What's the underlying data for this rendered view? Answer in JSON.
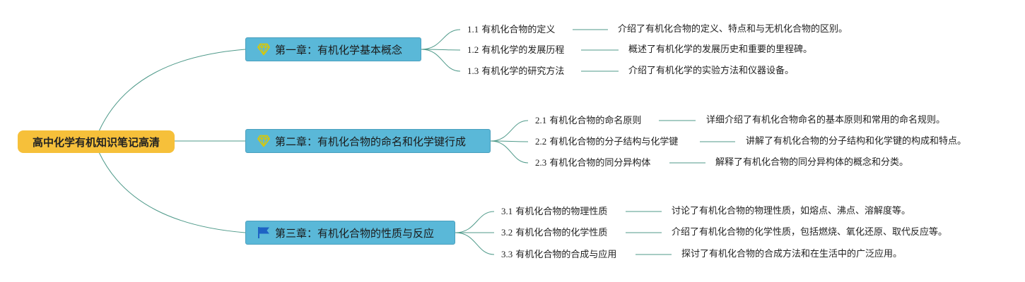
{
  "root": {
    "label": "高中化学有机知识笔记高清"
  },
  "colors": {
    "root_fill": "#f6c03a",
    "chapter_fill": "#5ab8d8",
    "connector": "#4f9a8a",
    "gem_icon": "#d4c70e",
    "flag_icon": "#1e63c4"
  },
  "chapters": [
    {
      "icon": "diamond-icon",
      "title": "第一章：有机化学基本概念",
      "sections": [
        {
          "num": "1.1",
          "title": "有机化合物的定义",
          "desc": "介绍了有机化合物的定义、特点和与无机化合物的区别。"
        },
        {
          "num": "1.2",
          "title": "有机化学的发展历程",
          "desc": "概述了有机化学的发展历史和重要的里程碑。"
        },
        {
          "num": "1.3",
          "title": "有机化学的研究方法",
          "desc": "介绍了有机化学的实验方法和仪器设备。"
        }
      ]
    },
    {
      "icon": "diamond-icon",
      "title": "第二章：有机化合物的命名和化学键行成",
      "sections": [
        {
          "num": "2.1",
          "title": "有机化合物的命名原则",
          "desc": "详细介绍了有机化合物命名的基本原则和常用的命名规则。"
        },
        {
          "num": "2.2",
          "title": "有机化合物的分子结构与化学键",
          "desc": "讲解了有机化合物的分子结构和化学键的构成和特点。"
        },
        {
          "num": "2.3",
          "title": "有机化合物的同分异构体",
          "desc": "解释了有机化合物的同分异构体的概念和分类。"
        }
      ]
    },
    {
      "icon": "flag-icon",
      "title": "第三章：有机化合物的性质与反应",
      "sections": [
        {
          "num": "3.1",
          "title": "有机化合物的物理性质",
          "desc": "讨论了有机化合物的物理性质，如熔点、沸点、溶解度等。"
        },
        {
          "num": "3.2",
          "title": "有机化合物的化学性质",
          "desc": "介绍了有机化合物的化学性质，包括燃烧、氧化还原、取代反应等。"
        },
        {
          "num": "3.3",
          "title": "有机化合物的合成与应用",
          "desc": "探讨了有机化合物的合成方法和在生活中的广泛应用。"
        }
      ]
    }
  ]
}
